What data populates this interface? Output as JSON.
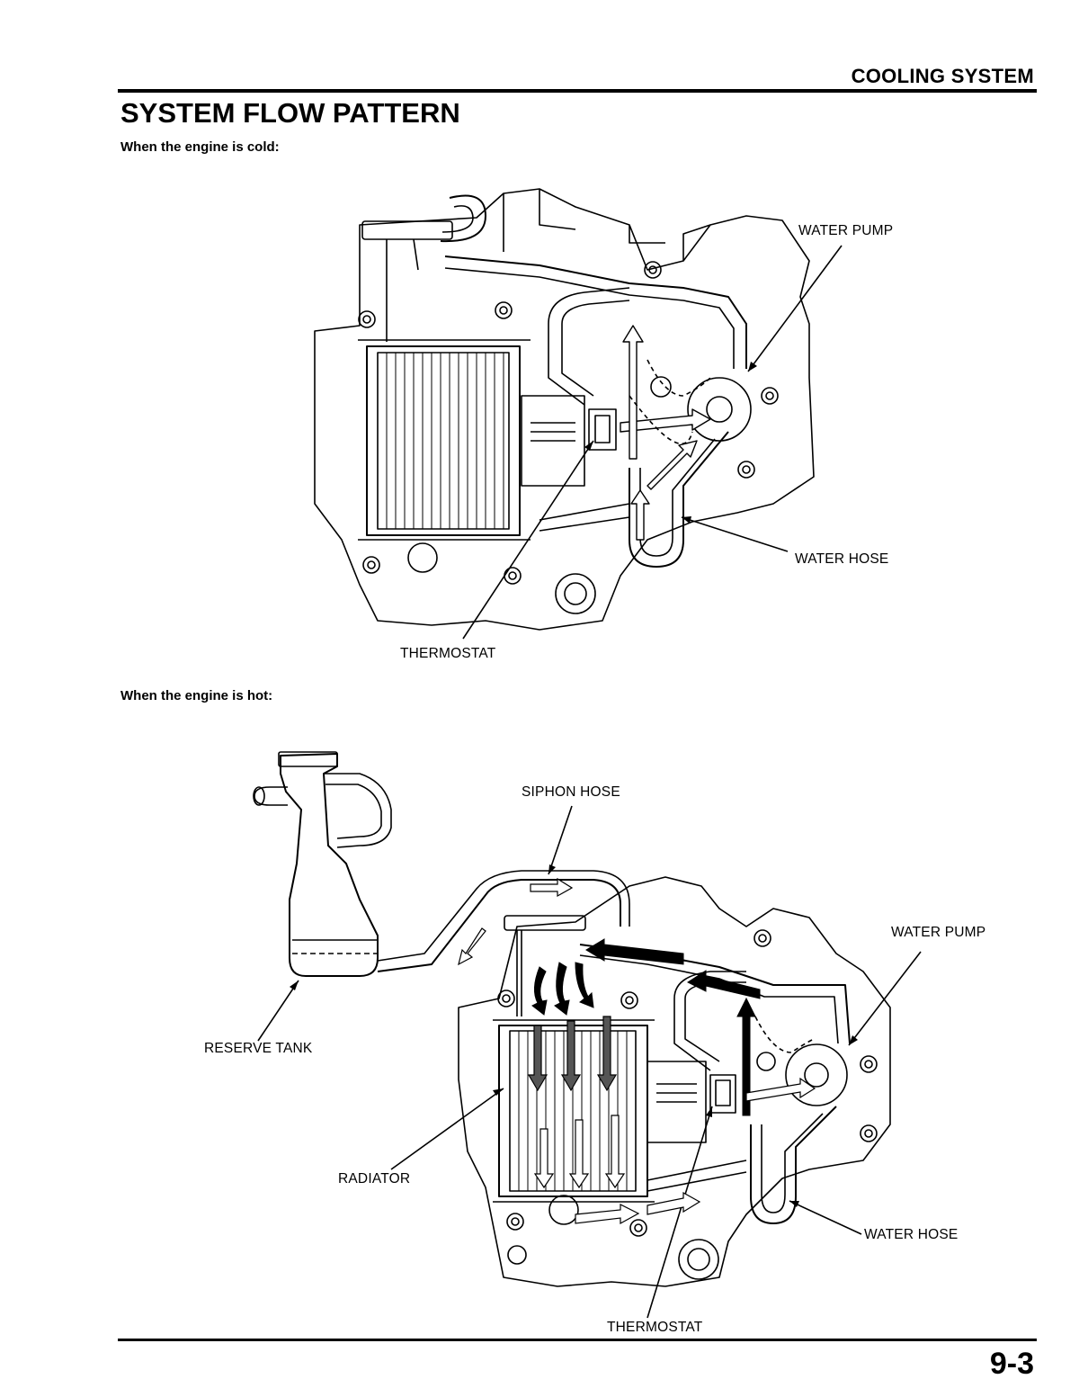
{
  "header": {
    "section": "COOLING SYSTEM",
    "page_title": "SYSTEM FLOW PATTERN"
  },
  "cold": {
    "caption": "When the engine is cold:",
    "labels": {
      "water_pump": "WATER PUMP",
      "water_hose": "WATER HOSE",
      "thermostat": "THERMOSTAT"
    }
  },
  "hot": {
    "caption": "When the engine is hot:",
    "labels": {
      "siphon_hose": "SIPHON HOSE",
      "water_pump": "WATER PUMP",
      "reserve_tank": "RESERVE TANK",
      "radiator": "RADIATOR",
      "water_hose": "WATER HOSE",
      "thermostat": "THERMOSTAT"
    }
  },
  "footer": {
    "page_number": "9-3"
  }
}
